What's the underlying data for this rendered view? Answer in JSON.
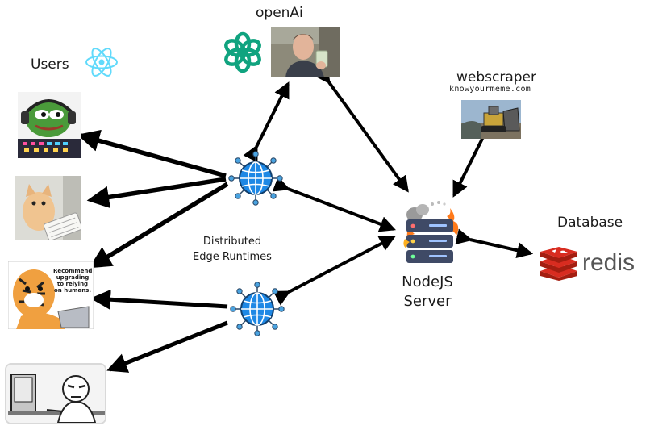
{
  "labels": {
    "openai": "openAi",
    "users": "Users",
    "webscraper": "webscraper",
    "webscraper_site": "knowyourmeme.com",
    "database": "Database",
    "redis_wordmark": "redis",
    "edge_line1": "Distributed",
    "edge_line2": "Edge Runtimes",
    "server_line1": "NodeJS",
    "server_line2": "Server",
    "meme_text": "Recommend upgrading to relying on humans."
  },
  "icons": {
    "react": "react-icon",
    "openai": "openai-logo-icon",
    "globe": "globe-network-icon",
    "server": "server-on-fire-icon",
    "redis": "redis-cube-icon"
  },
  "colors": {
    "react": "#61dafb",
    "openai": "#10a37f",
    "globe": "#1e88e5",
    "server": "#3f4a66",
    "fire": "#ff7a1a",
    "redis": "#d82c20",
    "redis_text": "#555555",
    "arrow": "#000000"
  }
}
